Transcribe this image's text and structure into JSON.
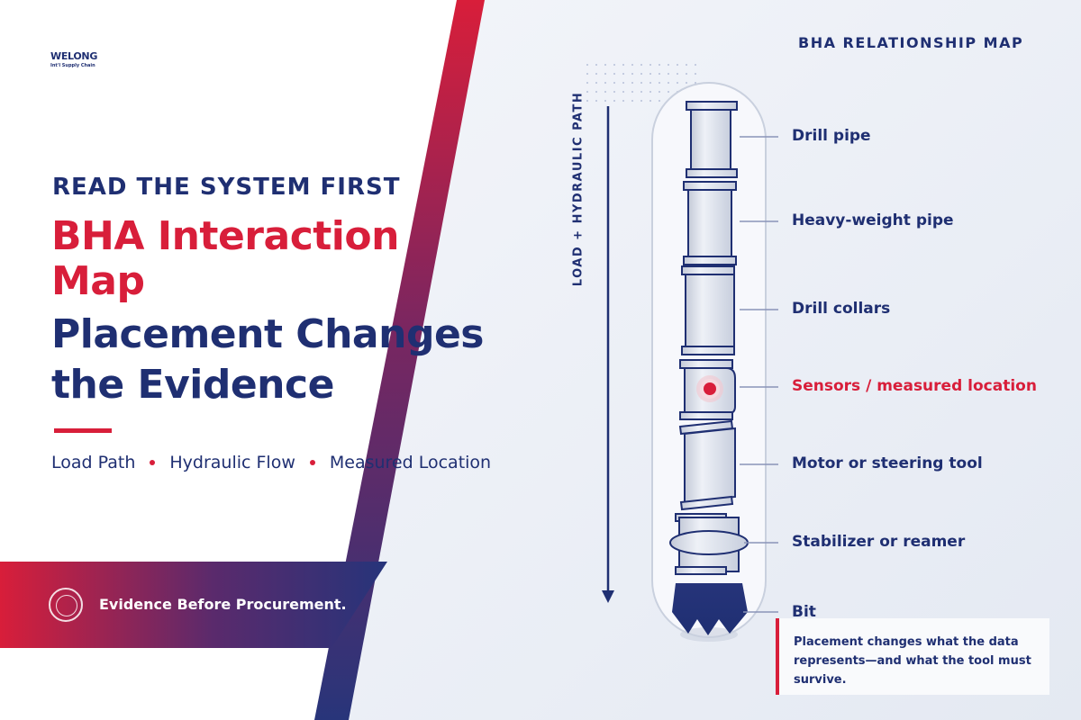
{
  "brand": {
    "name": "WELONG",
    "tagline": "Int'l Supply Chain"
  },
  "hero": {
    "eyebrow": "READ THE SYSTEM FIRST",
    "title_red": "BHA Interaction Map",
    "title_blue": "Placement Changes the Evidence",
    "pillars": [
      "Load Path",
      "Hydraulic Flow",
      "Measured Location"
    ]
  },
  "ribbon": {
    "text": "Evidence Before Procurement."
  },
  "map": {
    "title": "BHA RELATIONSHIP MAP",
    "path_label": "LOAD + HYDRAULIC PATH",
    "components": [
      {
        "label": "Drill pipe",
        "highlight": false
      },
      {
        "label": "Heavy-weight pipe",
        "highlight": false
      },
      {
        "label": "Drill collars",
        "highlight": false
      },
      {
        "label": "Sensors / measured location",
        "highlight": true
      },
      {
        "label": "Motor or steering tool",
        "highlight": false
      },
      {
        "label": "Stabilizer or reamer",
        "highlight": false
      },
      {
        "label": "Bit",
        "highlight": false
      }
    ],
    "note": "Placement changes what the data represents—and what the tool must survive."
  },
  "colors": {
    "navy": "#1f2f72",
    "red": "#d81e3a",
    "steel": "#dde3ee"
  }
}
